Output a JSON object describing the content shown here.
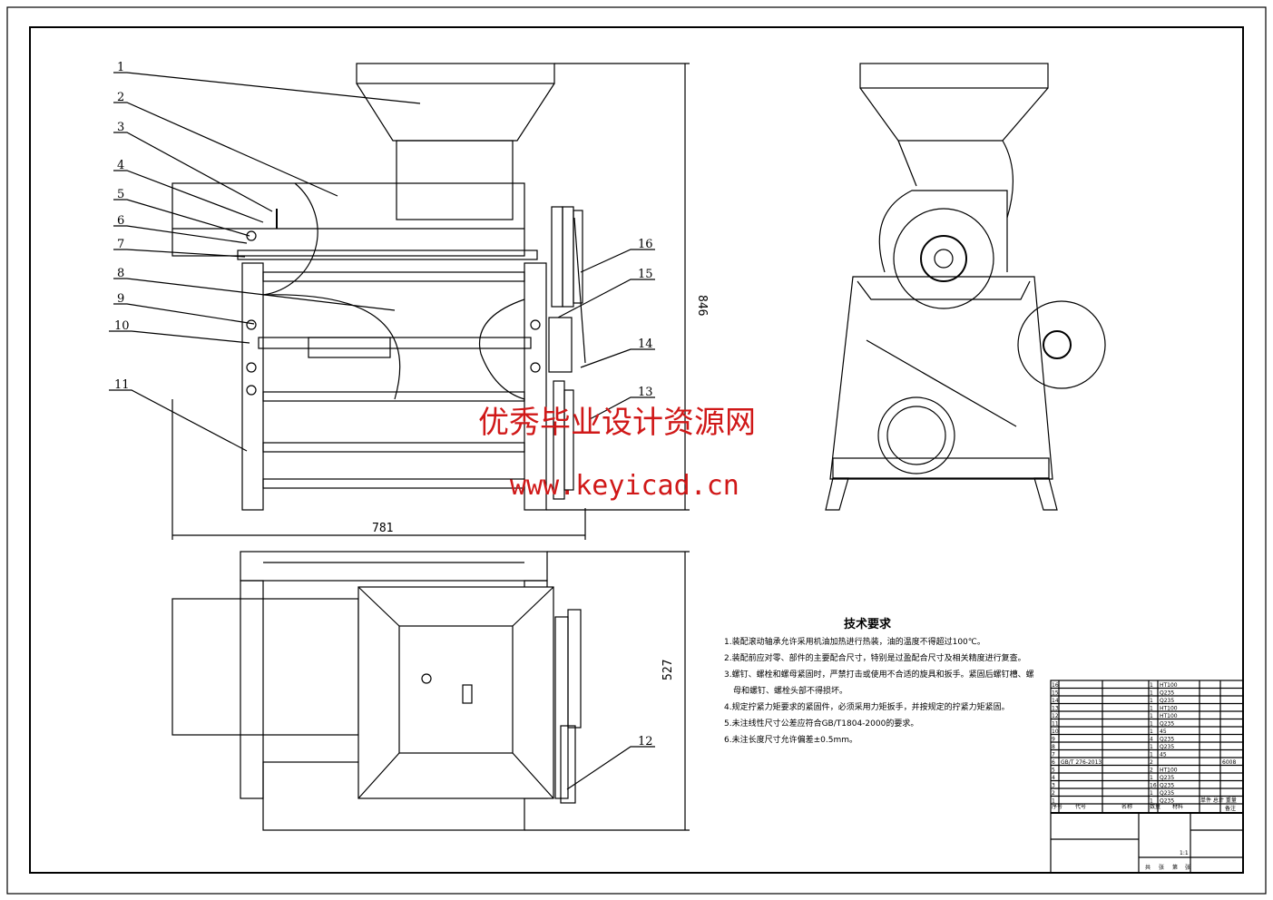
{
  "drawing": {
    "part_labels": [
      "1",
      "2",
      "3",
      "4",
      "5",
      "6",
      "7",
      "8",
      "9",
      "10",
      "11",
      "12",
      "13",
      "14",
      "15",
      "16"
    ],
    "dimensions": {
      "width": "781",
      "height": "846",
      "depth": "527"
    }
  },
  "watermark": {
    "title": "优秀毕业设计资源网",
    "url": "www.keyicad.cn",
    "color": "#d01818"
  },
  "technical_requirements": {
    "title": "技术要求",
    "items": [
      "1.装配滚动轴承允许采用机油加热进行热装，油的温度不得超过100℃。",
      "2.装配前应对零、部件的主要配合尺寸，特别是过盈配合尺寸及相关精度进行复查。",
      "3.螺钉、螺栓和螺母紧固时，严禁打击或使用不合适的旋具和扳手。紧固后螺钉槽、螺",
      "母和螺钉、螺栓头部不得损坏。",
      "4.规定拧紧力矩要求的紧固件，必须采用力矩扳手，并按规定的拧紧力矩紧固。",
      "5.未注线性尺寸公差应符合GB/T1804-2000的要求。",
      "6.未注长度尺寸允许偏差±0.5mm。"
    ]
  },
  "parts_list": {
    "headers": [
      "序号",
      "代号",
      "名称",
      "数量",
      "材料",
      "单件 总计 重量",
      "备注"
    ],
    "rows": [
      {
        "no": "16",
        "code": "",
        "name": "",
        "qty": "1",
        "material": "HT100",
        "note": ""
      },
      {
        "no": "15",
        "code": "",
        "name": "",
        "qty": "1",
        "material": "Q235",
        "note": ""
      },
      {
        "no": "14",
        "code": "",
        "name": "",
        "qty": "1",
        "material": "Q235",
        "note": ""
      },
      {
        "no": "13",
        "code": "",
        "name": "",
        "qty": "1",
        "material": "HT100",
        "note": ""
      },
      {
        "no": "12",
        "code": "",
        "name": "",
        "qty": "1",
        "material": "HT100",
        "note": ""
      },
      {
        "no": "11",
        "code": "",
        "name": "",
        "qty": "1",
        "material": "Q235",
        "note": ""
      },
      {
        "no": "10",
        "code": "",
        "name": "",
        "qty": "1",
        "material": "45",
        "note": ""
      },
      {
        "no": "9",
        "code": "",
        "name": "",
        "qty": "4",
        "material": "Q235",
        "note": ""
      },
      {
        "no": "8",
        "code": "",
        "name": "",
        "qty": "1",
        "material": "Q235",
        "note": ""
      },
      {
        "no": "7",
        "code": "",
        "name": "",
        "qty": "1",
        "material": "45",
        "note": ""
      },
      {
        "no": "6",
        "code": "GB/T 276-2013",
        "name": "",
        "qty": "2",
        "material": "",
        "note": "6008"
      },
      {
        "no": "5",
        "code": "",
        "name": "",
        "qty": "2",
        "material": "HT100",
        "note": ""
      },
      {
        "no": "4",
        "code": "",
        "name": "",
        "qty": "1",
        "material": "Q235",
        "note": ""
      },
      {
        "no": "3",
        "code": "",
        "name": "",
        "qty": "16",
        "material": "Q235",
        "note": ""
      },
      {
        "no": "2",
        "code": "",
        "name": "",
        "qty": "1",
        "material": "Q235",
        "note": ""
      },
      {
        "no": "1",
        "code": "",
        "name": "",
        "qty": "1",
        "material": "Q235",
        "note": ""
      }
    ]
  },
  "title_block": {
    "scale": "1:1",
    "sheet_labels": [
      "共",
      "张",
      "第",
      "张"
    ]
  }
}
